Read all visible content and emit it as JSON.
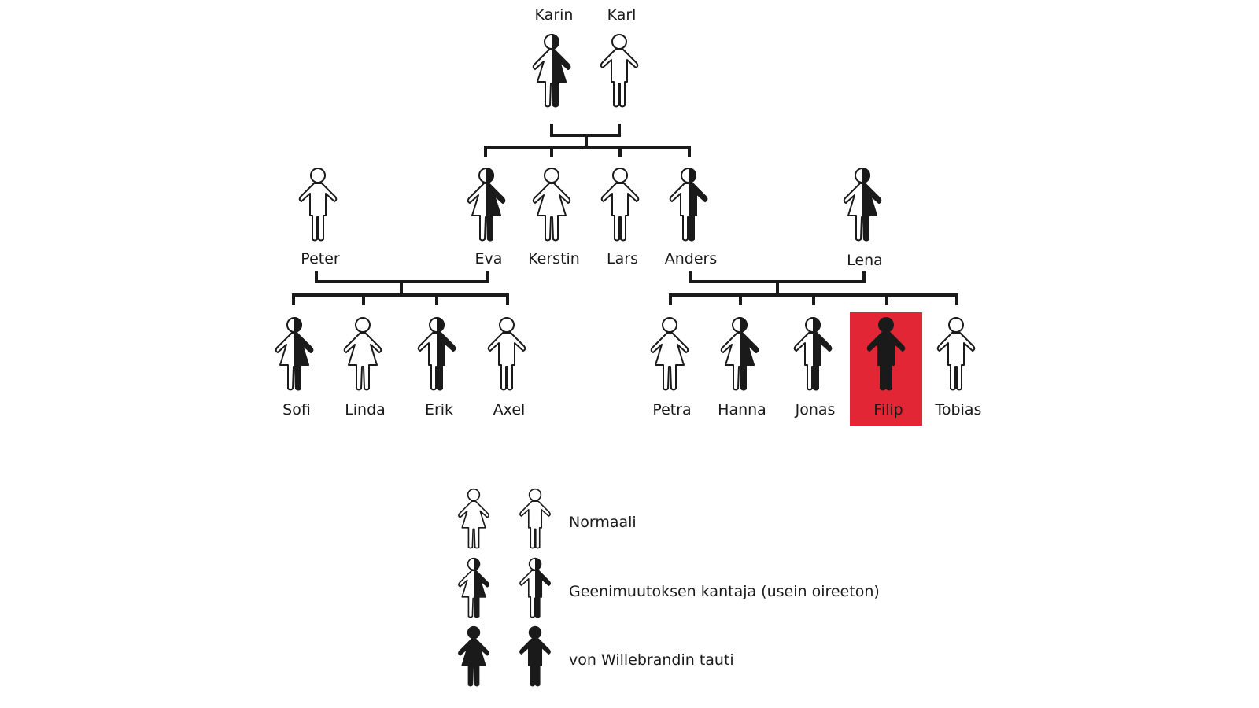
{
  "colors": {
    "highlight": "#e32636",
    "ink": "#1a1a1a"
  },
  "people": [
    {
      "name": "Karin",
      "sex": "female",
      "status": "carrier"
    },
    {
      "name": "Karl",
      "sex": "male",
      "status": "normal"
    },
    {
      "name": "Peter",
      "sex": "male",
      "status": "normal"
    },
    {
      "name": "Eva",
      "sex": "female",
      "status": "carrier"
    },
    {
      "name": "Kerstin",
      "sex": "female",
      "status": "normal"
    },
    {
      "name": "Lars",
      "sex": "male",
      "status": "normal"
    },
    {
      "name": "Anders",
      "sex": "male",
      "status": "carrier"
    },
    {
      "name": "Lena",
      "sex": "female",
      "status": "carrier"
    },
    {
      "name": "Sofi",
      "sex": "female",
      "status": "carrier"
    },
    {
      "name": "Linda",
      "sex": "female",
      "status": "normal"
    },
    {
      "name": "Erik",
      "sex": "male",
      "status": "carrier"
    },
    {
      "name": "Axel",
      "sex": "male",
      "status": "normal"
    },
    {
      "name": "Petra",
      "sex": "female",
      "status": "normal"
    },
    {
      "name": "Hanna",
      "sex": "female",
      "status": "carrier"
    },
    {
      "name": "Jonas",
      "sex": "male",
      "status": "carrier"
    },
    {
      "name": "Filip",
      "sex": "male",
      "status": "affected",
      "highlighted": true
    },
    {
      "name": "Tobias",
      "sex": "male",
      "status": "normal"
    }
  ],
  "legend": [
    {
      "status": "normal",
      "label": "Normaali"
    },
    {
      "status": "carrier",
      "label": "Geenimuutoksen kantaja (usein oireeton)"
    },
    {
      "status": "affected",
      "label": "von Willebrandin tauti"
    }
  ]
}
